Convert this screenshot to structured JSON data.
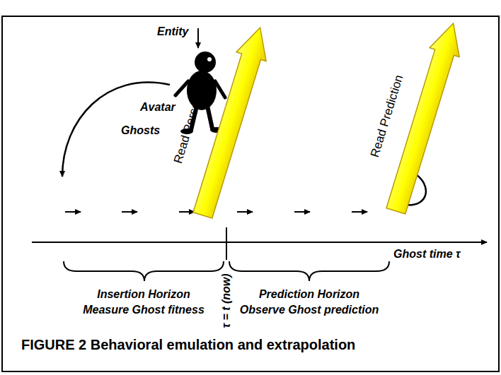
{
  "diagram": {
    "caption": "FIGURE 2 Behavioral emulation and extrapolation",
    "nodes": [
      {
        "text": [
          "Read Personality"
        ]
      },
      {
        "text": [
          "Read Prediction"
        ]
      }
    ],
    "labels": [
      "Entity",
      "Avatar",
      "Ghosts",
      "Ghost time τ",
      "Insertion Horizon",
      "Measure Ghost fitness",
      "τ = t (now)",
      "Prediction Horizon",
      "Observe Ghost prediction"
    ]
  }
}
